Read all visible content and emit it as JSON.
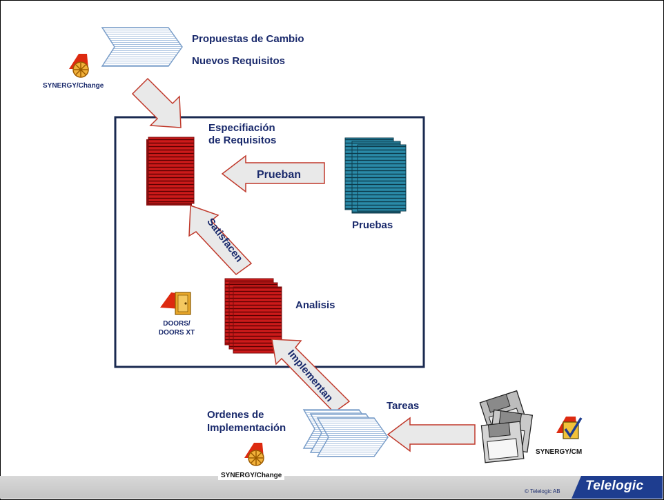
{
  "labels": {
    "propuestas": "Propuestas de Cambio",
    "nuevos": "Nuevos Requisitos",
    "synergy_change_top": "SYNERGY/Change",
    "especificacion_l1": "Especifiación",
    "especificacion_l2": "de Requisitos",
    "pruebas": "Pruebas",
    "analisis": "Analisis",
    "doors_l1": "DOORS/",
    "doors_l2": "DOORS XT",
    "ordenes_l1": "Ordenes de",
    "ordenes_l2": "Implementación",
    "synergy_change_bottom": "SYNERGY/Change",
    "tareas": "Tareas",
    "synergy_cm": "SYNERGY/CM"
  },
  "arrows": {
    "prueban": "Prueban",
    "satisfacen": "Satisfacen",
    "implementan": "Implementan"
  },
  "footer": {
    "copyright": "© Telelogic AB",
    "logo": "Telelogic"
  },
  "colors": {
    "label_navy": "#1a2a6c",
    "doc_red": "#cc1a1a",
    "doc_teal": "#1e7a96",
    "arrow_fill": "#e9e9e9",
    "arrow_stroke": "#c0392b",
    "logo_blue": "#1e3d8f"
  },
  "icons": [
    "synergy-change-icon",
    "doors-icon",
    "synergy-cm-icon",
    "floppy-disks-icon"
  ]
}
